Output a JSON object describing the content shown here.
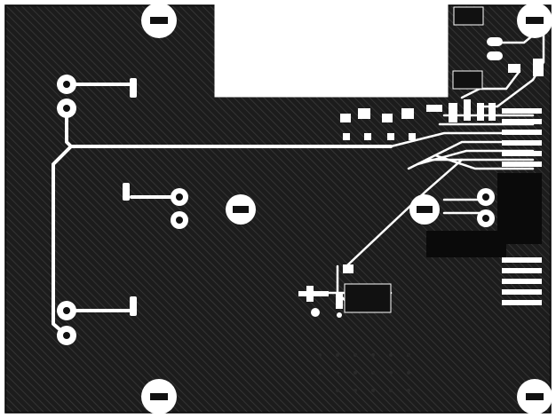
{
  "colors": {
    "background": "#ffffff",
    "copper_pour": "#1c1c1c",
    "hatch": "#3a3a3a",
    "trace": "#ffffff",
    "pad": "#ffffff",
    "board_outline": "#000000"
  },
  "board": {
    "layer": "copper-bottom",
    "fill_style": "hatched-ground-pour",
    "has_top_cutout": true
  },
  "components": {
    "mounting_holes": 4,
    "standoff_pads": 2,
    "connector_pins_right": 10,
    "via_grid_visible": true
  }
}
